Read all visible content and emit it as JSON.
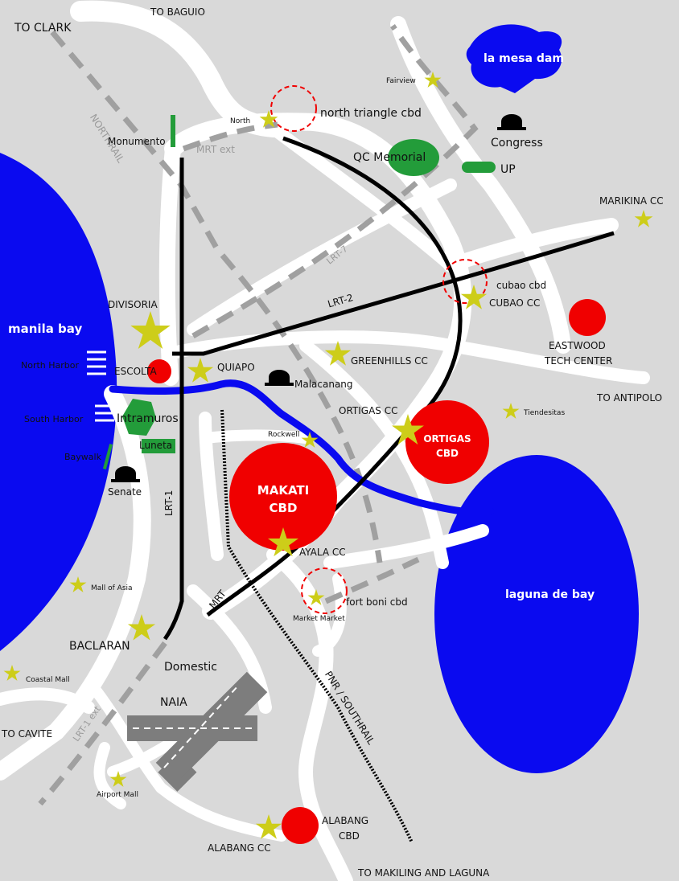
{
  "water": {
    "manila_bay": "manila bay",
    "la_mesa_dam": "la mesa dam",
    "laguna_de_bay": "laguna de bay"
  },
  "directions": {
    "to_baguio": "TO BAGUIO",
    "to_clark": "TO CLARK",
    "to_antipolo": "TO ANTIPOLO",
    "to_cavite": "TO CAVITE",
    "to_makiling": "TO MAKILING AND LAGUNA"
  },
  "rail": {
    "northrail": "NORTHRAIL",
    "mrt_ext": "MRT ext",
    "lrt7": "LRT-7",
    "lrt2": "LRT-2",
    "lrt1": "LRT-1",
    "mrt": "MRT",
    "pnr": "PNR / SOUTHRAIL",
    "lrt1_ext": "LRT-1 ext"
  },
  "places": {
    "fairview": "Fairview",
    "north": "North",
    "north_triangle": "north triangle cbd",
    "monumento": "Monumento",
    "congress": "Congress",
    "qc_memorial": "QC Memorial",
    "up": "UP",
    "marikina_cc": "MARIKINA CC",
    "cubao_cbd": "cubao cbd",
    "cubao_cc": "CUBAO CC",
    "divisoria": "DIVISORIA",
    "eastwood_1": "EASTWOOD",
    "eastwood_2": "TECH CENTER",
    "north_harbor": "North Harbor",
    "escolta": "ESCOLTA",
    "quiapo": "QUIAPO",
    "greenhills": "GREENHILLS CC",
    "malacanang": "Malacanang",
    "south_harbor": "South Harbor",
    "intramuros": "Intramuros",
    "ortigas_cc": "ORTIGAS CC",
    "tiendesitas": "Tiendesitas",
    "rockwell": "Rockwell",
    "ortigas_cbd_1": "ORTIGAS",
    "ortigas_cbd_2": "CBD",
    "luneta": "Luneta",
    "baywalk": "Baywalk",
    "senate": "Senate",
    "makati_cbd_1": "MAKATI",
    "makati_cbd_2": "CBD",
    "ayala_cc": "AYALA CC",
    "mall_of_asia": "Mall of Asia",
    "fort_boni": "fort boni cbd",
    "market_market": "Market Market",
    "baclaran": "BACLARAN",
    "domestic": "Domestic",
    "coastal_mall": "Coastal Mall",
    "naia": "NAIA",
    "airport_mall": "Airport Mall",
    "alabang_1": "ALABANG",
    "alabang_2": "CBD",
    "alabang_cc": "ALABANG CC"
  },
  "colors": {
    "background": "#d9d9d9",
    "road": "#ffffff",
    "water": "#0a0af0",
    "rail": "#000000",
    "planned_rail": "#a0a0a0",
    "cbd": "#f00000",
    "park": "#239c3a",
    "star": "#cdcd19"
  },
  "icons": [
    "star-icon",
    "government-building-icon",
    "port-icon",
    "runway-icon"
  ]
}
